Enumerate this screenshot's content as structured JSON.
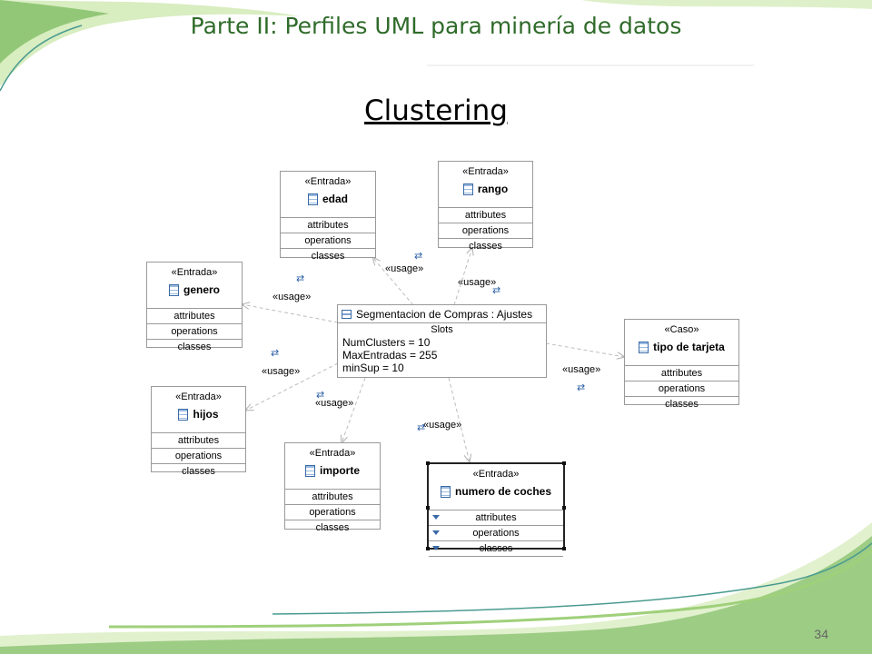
{
  "slide": {
    "title": "Parte II: Perfiles UML para minería de datos",
    "subtitle": "Clustering",
    "page_number": "34"
  },
  "colors": {
    "title_green": "#2f6b2a",
    "swoosh_light": "#c8e6a5",
    "swoosh_dark": "#5aa83a",
    "swoosh_teal": "#4a9b8f"
  },
  "center": {
    "title": "Segmentacion de Compras : Ajustes",
    "slots_header": "Slots",
    "slots": [
      "NumClusters = 10",
      "MaxEntradas = 255",
      "minSup = 10"
    ]
  },
  "classes": {
    "edad": {
      "stereotype": "«Entrada»",
      "name": "edad",
      "compartments": [
        "attributes",
        "operations",
        "classes"
      ]
    },
    "rango": {
      "stereotype": "«Entrada»",
      "name": "rango",
      "compartments": [
        "attributes",
        "operations",
        "classes"
      ]
    },
    "genero": {
      "stereotype": "«Entrada»",
      "name": "genero",
      "compartments": [
        "attributes",
        "operations",
        "classes"
      ]
    },
    "tipo": {
      "stereotype": "«Caso»",
      "name": "tipo de tarjeta",
      "compartments": [
        "attributes",
        "operations",
        "classes"
      ]
    },
    "hijos": {
      "stereotype": "«Entrada»",
      "name": "hijos",
      "compartments": [
        "attributes",
        "operations",
        "classes"
      ]
    },
    "importe": {
      "stereotype": "«Entrada»",
      "name": "importe",
      "compartments": [
        "attributes",
        "operations",
        "classes"
      ]
    },
    "coches": {
      "stereotype": "«Entrada»",
      "name": "numero de coches",
      "compartments": [
        "attributes",
        "operations",
        "classes"
      ]
    }
  },
  "edge_label": "«usage»",
  "icons": {
    "class": "class-icon",
    "instance": "instance-icon",
    "usage": "usage-icon",
    "compartment": "triangle-icon"
  }
}
